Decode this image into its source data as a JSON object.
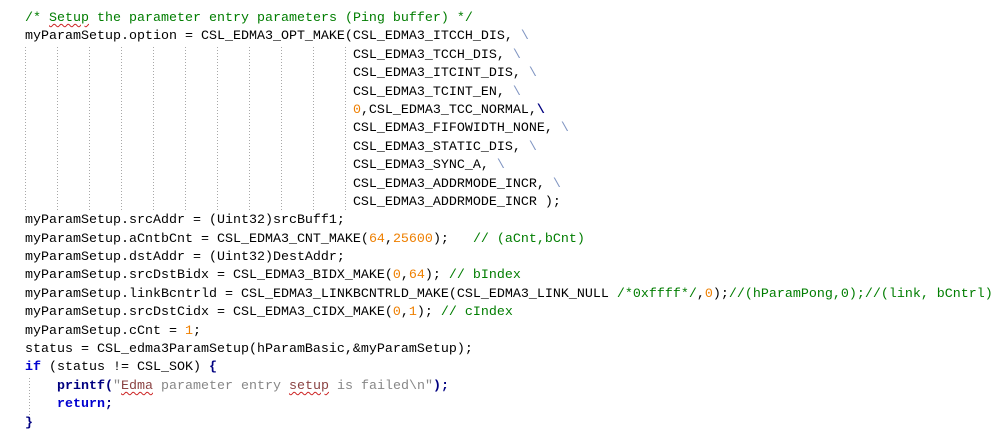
{
  "palette": {
    "background": "#ffffff",
    "text": "#000000",
    "comment_green": "#007d00",
    "keyword_blue": "#0000d0",
    "library_function_navy": "#000080",
    "number_orange": "#ee7f00",
    "string_gray": "#878787",
    "misspelled_word_maroon": "#8b4343",
    "spellcheck_squiggle_red": "#cc2222",
    "line_continuation_slate": "#8095c2",
    "indent_guide_gray": "#a8a8a8"
  },
  "code": {
    "lines": [
      {
        "segs": [
          {
            "t": "/* ",
            "s": "comment"
          },
          {
            "t": "Setup",
            "s": "comment-misspelled"
          },
          {
            "t": " the parameter entry parameters (Ping buffer) */",
            "s": "comment"
          }
        ]
      },
      {
        "segs": [
          {
            "t": "myParamSetup.option = CSL_EDMA3_OPT_MAKE(CSL_EDMA3_ITCCH_DIS, ",
            "s": "plain"
          },
          {
            "t": "\\",
            "s": "continuation"
          }
        ]
      },
      {
        "indent": 41,
        "segs": [
          {
            "t": "CSL_EDMA3_TCCH_DIS, ",
            "s": "plain"
          },
          {
            "t": "\\",
            "s": "continuation"
          }
        ]
      },
      {
        "indent": 41,
        "segs": [
          {
            "t": "CSL_EDMA3_ITCINT_DIS, ",
            "s": "plain"
          },
          {
            "t": "\\",
            "s": "continuation"
          }
        ]
      },
      {
        "indent": 41,
        "segs": [
          {
            "t": "CSL_EDMA3_TCINT_EN, ",
            "s": "plain"
          },
          {
            "t": "\\",
            "s": "continuation"
          }
        ]
      },
      {
        "indent": 41,
        "segs": [
          {
            "t": "0",
            "s": "number"
          },
          {
            "t": ",CSL_EDMA3_TCC_NORMAL,",
            "s": "plain"
          },
          {
            "t": "\\",
            "s": "continuation-strong"
          }
        ]
      },
      {
        "indent": 41,
        "segs": [
          {
            "t": "CSL_EDMA3_FIFOWIDTH_NONE, ",
            "s": "plain"
          },
          {
            "t": "\\",
            "s": "continuation"
          }
        ]
      },
      {
        "indent": 41,
        "segs": [
          {
            "t": "CSL_EDMA3_STATIC_DIS, ",
            "s": "plain"
          },
          {
            "t": "\\",
            "s": "continuation"
          }
        ]
      },
      {
        "indent": 41,
        "segs": [
          {
            "t": "CSL_EDMA3_SYNC_A, ",
            "s": "plain"
          },
          {
            "t": "\\",
            "s": "continuation"
          }
        ]
      },
      {
        "indent": 41,
        "segs": [
          {
            "t": "CSL_EDMA3_ADDRMODE_INCR, ",
            "s": "plain"
          },
          {
            "t": "\\",
            "s": "continuation"
          }
        ]
      },
      {
        "indent": 41,
        "segs": [
          {
            "t": "CSL_EDMA3_ADDRMODE_INCR );",
            "s": "plain"
          }
        ]
      },
      {
        "segs": [
          {
            "t": "myParamSetup.srcAddr = (Uint32)srcBuff1;",
            "s": "plain"
          }
        ]
      },
      {
        "segs": [
          {
            "t": "myParamSetup.aCntbCnt = CSL_EDMA3_CNT_MAKE(",
            "s": "plain"
          },
          {
            "t": "64",
            "s": "number"
          },
          {
            "t": ",",
            "s": "plain"
          },
          {
            "t": "25600",
            "s": "number"
          },
          {
            "t": ");   ",
            "s": "plain"
          },
          {
            "t": "// (aCnt,bCnt)",
            "s": "comment"
          }
        ]
      },
      {
        "segs": [
          {
            "t": "myParamSetup.dstAddr = (Uint32)DestAddr;",
            "s": "plain"
          }
        ]
      },
      {
        "segs": [
          {
            "t": "myParamSetup.srcDstBidx = CSL_EDMA3_BIDX_MAKE(",
            "s": "plain"
          },
          {
            "t": "0",
            "s": "number"
          },
          {
            "t": ",",
            "s": "plain"
          },
          {
            "t": "64",
            "s": "number"
          },
          {
            "t": "); ",
            "s": "plain"
          },
          {
            "t": "// bIndex",
            "s": "comment"
          }
        ]
      },
      {
        "segs": [
          {
            "t": "myParamSetup.linkBcntrld = CSL_EDMA3_LINKBCNTRLD_MAKE(CSL_EDMA3_LINK_NULL ",
            "s": "plain"
          },
          {
            "t": "/*0xffff*/",
            "s": "comment"
          },
          {
            "t": ",",
            "s": "plain"
          },
          {
            "t": "0",
            "s": "number"
          },
          {
            "t": ");",
            "s": "plain"
          },
          {
            "t": "//(hParamPong,0);//(link, bCntrl)",
            "s": "comment"
          }
        ]
      },
      {
        "segs": [
          {
            "t": "myParamSetup.srcDstCidx = CSL_EDMA3_CIDX_MAKE(",
            "s": "plain"
          },
          {
            "t": "0",
            "s": "number"
          },
          {
            "t": ",",
            "s": "plain"
          },
          {
            "t": "1",
            "s": "number"
          },
          {
            "t": "); ",
            "s": "plain"
          },
          {
            "t": "// cIndex",
            "s": "comment"
          }
        ]
      },
      {
        "segs": [
          {
            "t": "myParamSetup.cCnt = ",
            "s": "plain"
          },
          {
            "t": "1",
            "s": "number"
          },
          {
            "t": ";",
            "s": "plain"
          }
        ]
      },
      {
        "segs": [
          {
            "t": "status = CSL_edma3ParamSetup(hParamBasic,&myParamSetup);",
            "s": "plain"
          }
        ]
      },
      {
        "segs": [
          {
            "t": "if",
            "s": "keyword"
          },
          {
            "t": " (status != CSL_SOK) ",
            "s": "plain"
          },
          {
            "t": "{",
            "s": "brace"
          }
        ]
      },
      {
        "indent": 4,
        "segs": [
          {
            "t": "printf",
            "s": "function"
          },
          {
            "t": "(",
            "s": "brace"
          },
          {
            "t": "\"",
            "s": "string"
          },
          {
            "t": "Edma",
            "s": "string-misspelled"
          },
          {
            "t": " parameter entry ",
            "s": "string"
          },
          {
            "t": "setup",
            "s": "string-misspelled"
          },
          {
            "t": " is failed\\n\"",
            "s": "string"
          },
          {
            "t": ");",
            "s": "brace"
          }
        ]
      },
      {
        "indent": 4,
        "segs": [
          {
            "t": "return",
            "s": "keyword"
          },
          {
            "t": ";",
            "s": "brace"
          }
        ]
      },
      {
        "segs": [
          {
            "t": "}",
            "s": "brace"
          }
        ]
      }
    ]
  }
}
